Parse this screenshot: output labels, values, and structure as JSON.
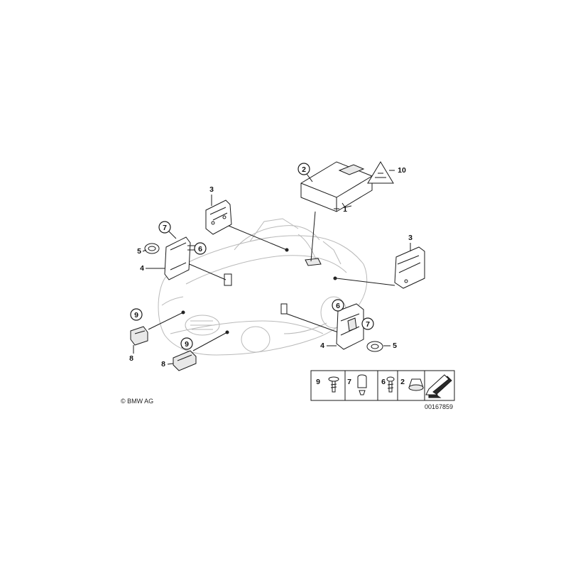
{
  "callouts": {
    "c1": "1",
    "c2": "2",
    "c3a": "3",
    "c3b": "3",
    "c4a": "4",
    "c4b": "4",
    "c5a": "5",
    "c5b": "5",
    "c6a": "6",
    "c6b": "6",
    "c7a": "7",
    "c7b": "7",
    "c8a": "8",
    "c8b": "8",
    "c9a": "9",
    "c9b": "9",
    "c10": "10"
  },
  "legend": {
    "items": [
      "9",
      "7",
      "6",
      "2"
    ]
  },
  "copyright": "© BMW AG",
  "diagram_number": "00167859"
}
